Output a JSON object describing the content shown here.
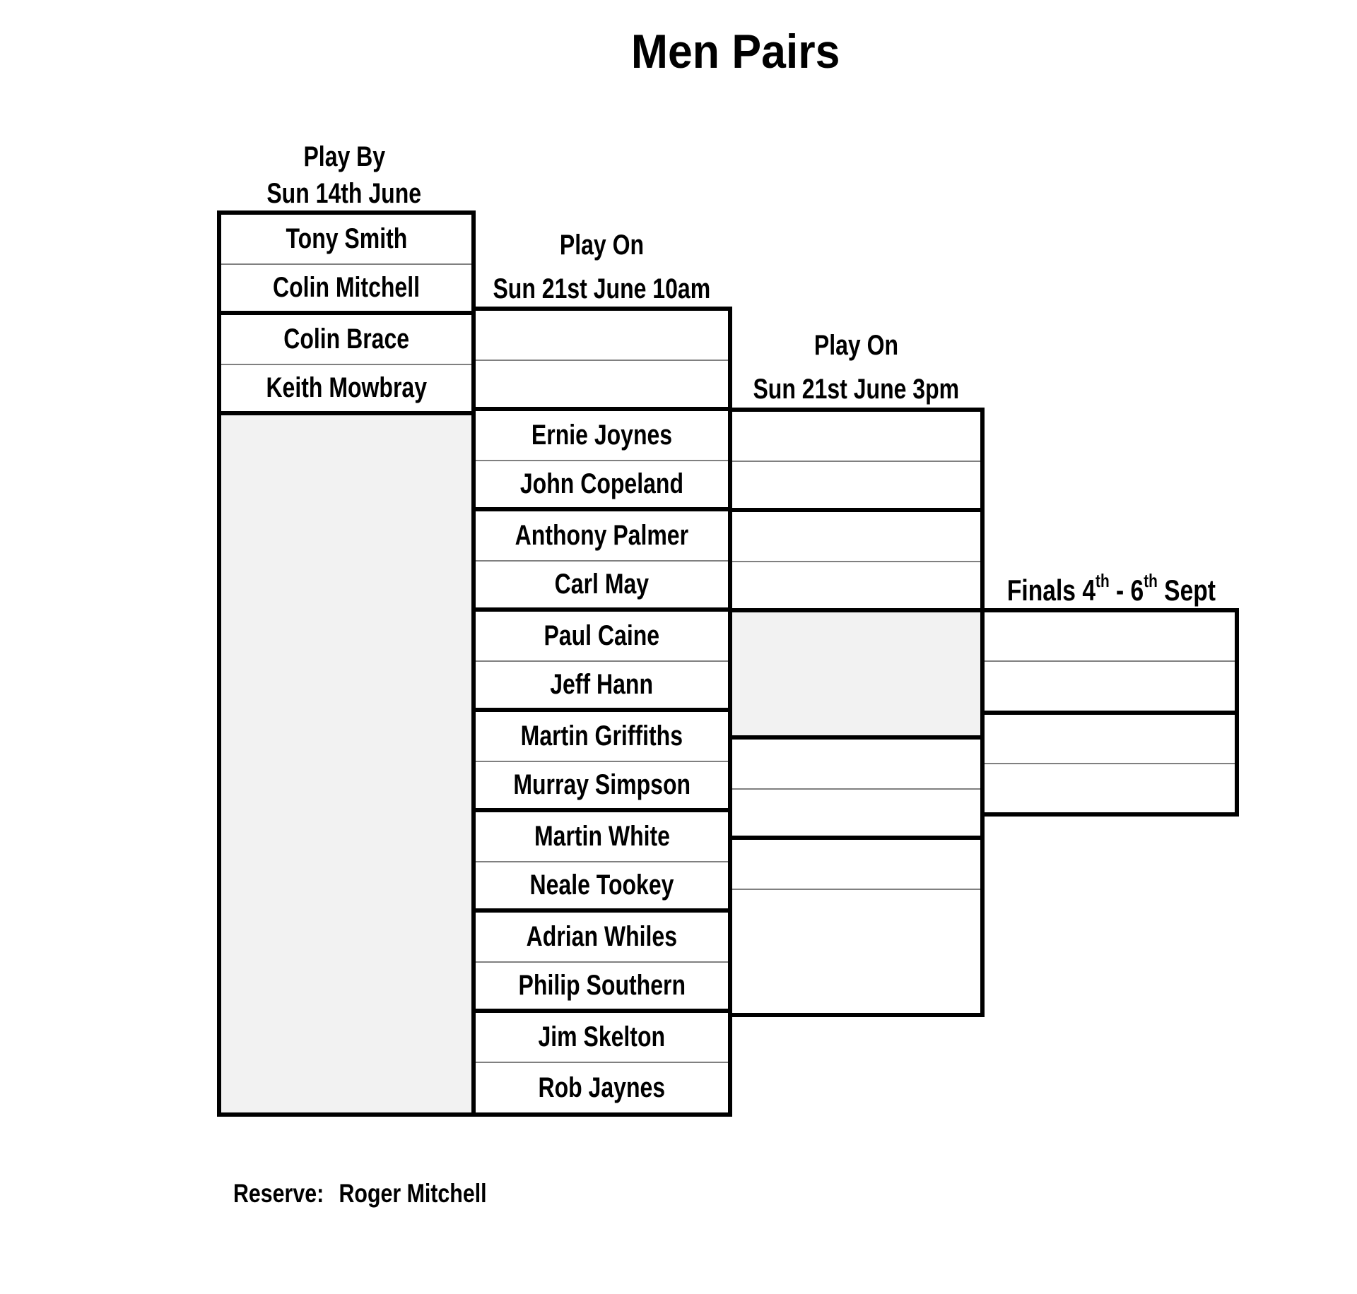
{
  "title": "Men Pairs",
  "rounds": {
    "round1": {
      "header": [
        "Play By",
        "Sun 14th June"
      ],
      "players": [
        "Tony Smith",
        "Colin Mitchell",
        "Colin Brace",
        "Keith Mowbray"
      ]
    },
    "round2": {
      "header": [
        "Play On",
        "Sun 21st June 10am"
      ],
      "players": [
        "Ernie Joynes",
        "John Copeland",
        "Anthony Palmer",
        "Carl May",
        "Paul Caine",
        "Jeff Hann",
        "Martin Griffiths",
        "Murray Simpson",
        "Martin White",
        "Neale Tookey",
        "Adrian Whiles",
        "Philip Southern",
        "Jim Skelton",
        "Rob Jaynes"
      ],
      "empty_winner_slots": 2
    },
    "round3": {
      "header": [
        "Play On",
        "Sun 21st June 3pm"
      ],
      "empty_winner_slots": 8
    },
    "finals": {
      "header_parts": [
        "Finals 4",
        "th",
        " - 6",
        "th",
        " Sept"
      ],
      "empty_winner_slots": 4
    }
  },
  "reserve": {
    "label": "Reserve:",
    "name": "Roger Mitchell"
  },
  "colors": {
    "border_thick": "#000000",
    "divider_thin": "#808080",
    "spacer_fill": "#f2f2f2",
    "background": "#ffffff",
    "text": "#000000"
  }
}
